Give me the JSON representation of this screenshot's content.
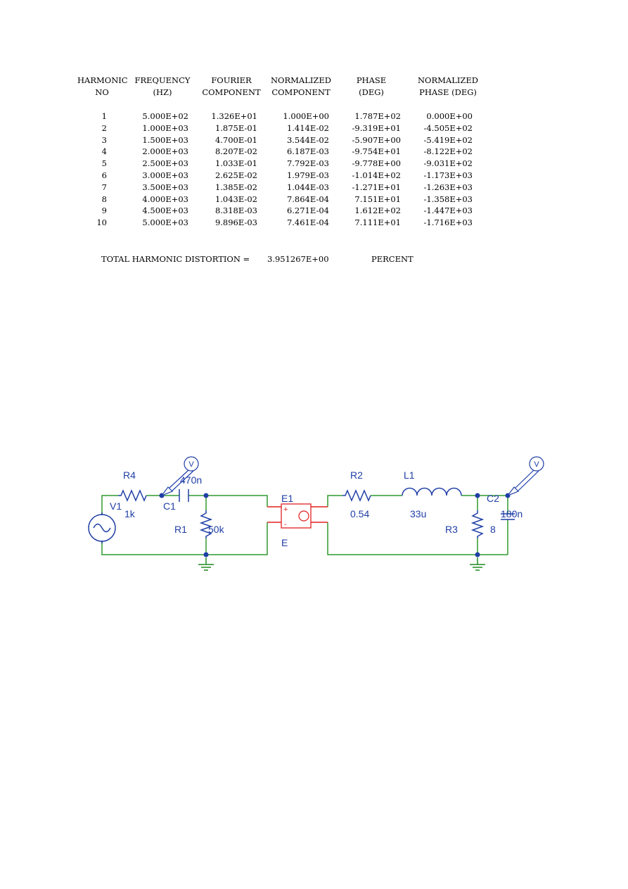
{
  "fourier_table": {
    "headers": [
      [
        "HARMONIC",
        "NO"
      ],
      [
        "FREQUENCY",
        "(HZ)"
      ],
      [
        "FOURIER",
        "COMPONENT"
      ],
      [
        "NORMALIZED",
        "COMPONENT"
      ],
      [
        "PHASE",
        "(DEG)"
      ],
      [
        "NORMALIZED",
        "PHASE (DEG)"
      ]
    ],
    "rows": [
      [
        "1",
        "5.000E+02",
        "1.326E+01",
        "1.000E+00",
        "1.787E+02",
        "0.000E+00"
      ],
      [
        "2",
        "1.000E+03",
        "1.875E-01",
        "1.414E-02",
        "-9.319E+01",
        "-4.505E+02"
      ],
      [
        "3",
        "1.500E+03",
        "4.700E-01",
        "3.544E-02",
        "-5.907E+00",
        "-5.419E+02"
      ],
      [
        "4",
        "2.000E+03",
        "8.207E-02",
        "6.187E-03",
        "-9.754E+01",
        "-8.122E+02"
      ],
      [
        "5",
        "2.500E+03",
        "1.033E-01",
        "7.792E-03",
        "-9.778E+00",
        "-9.031E+02"
      ],
      [
        "6",
        "3.000E+03",
        "2.625E-02",
        "1.979E-03",
        "-1.014E+02",
        "-1.173E+03"
      ],
      [
        "7",
        "3.500E+03",
        "1.385E-02",
        "1.044E-03",
        "-1.271E+01",
        "-1.263E+03"
      ],
      [
        "8",
        "4.000E+03",
        "1.043E-02",
        "7.864E-04",
        "7.151E+01",
        "-1.358E+03"
      ],
      [
        "9",
        "4.500E+03",
        "8.318E-03",
        "6.271E-04",
        "1.612E+02",
        "-1.447E+03"
      ],
      [
        "10",
        "5.000E+03",
        "9.896E-03",
        "7.461E-04",
        "7.111E+01",
        "-1.716E+03"
      ]
    ],
    "thd": {
      "label": "TOTAL HARMONIC DISTORTION =",
      "value": "3.951267E+00",
      "unit": "PERCENT"
    }
  },
  "schematic": {
    "colors": {
      "wire": "#2e9a2e",
      "component": "#1f3ea6",
      "part": "#e02020",
      "node": "#1f3ea6",
      "ground": "#1f8a1f"
    },
    "labels": {
      "r4_name": "R4",
      "r4_value": "1k",
      "v1_name": "V1",
      "c1_name": "C1",
      "c1_value": "470n",
      "r1_name": "R1",
      "r1_value": "50k",
      "e1_name": "E1",
      "e1_type": "E",
      "e1_plus": "+",
      "e1_minus": "-",
      "r2_name": "R2",
      "r2_value": "0.54",
      "l1_name": "L1",
      "l1_value": "33u",
      "r3_name": "R3",
      "r3_value": "8",
      "c2_name": "C2",
      "c2_value": "180n",
      "probe_label": "V"
    }
  }
}
